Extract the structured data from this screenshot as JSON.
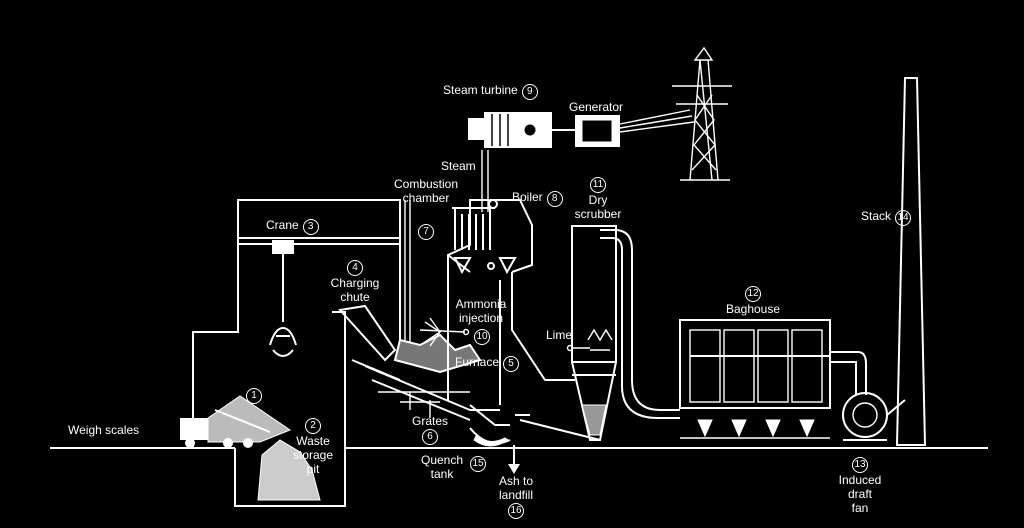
{
  "labels": {
    "weigh_scales": "Weigh scales",
    "truck_num": "1",
    "waste_pit": {
      "num": "2",
      "line1": "Waste",
      "line2": "storage",
      "line3": "pit"
    },
    "crane": {
      "text": "Crane",
      "num": "3"
    },
    "charging_chute": {
      "num": "4",
      "line1": "Charging",
      "line2": "chute"
    },
    "furnace": {
      "text": "Furnace",
      "num": "5"
    },
    "grates": {
      "text": "Grates",
      "num": "6"
    },
    "combustion_chamber": {
      "line1": "Combustion",
      "line2": "chamber",
      "num": "7"
    },
    "boiler": {
      "text": "Boiler",
      "num": "8"
    },
    "steam_turbine": {
      "text": "Steam turbine",
      "num": "9"
    },
    "steam": "Steam",
    "generator": "Generator",
    "ammonia": {
      "line1": "Ammonia",
      "line2": "injection",
      "num": "10"
    },
    "dry_scrubber": {
      "num": "11",
      "line1": "Dry",
      "line2": "scrubber"
    },
    "lime": "Lime",
    "baghouse": {
      "num": "12",
      "text": "Baghouse"
    },
    "induced_fan": {
      "num": "13",
      "line1": "Induced",
      "line2": "draft",
      "line3": "fan"
    },
    "stack": {
      "text": "Stack",
      "num": "14"
    },
    "quench_tank": {
      "line1": "Quench",
      "line2": "tank",
      "num": "15"
    },
    "ash": {
      "line1": "Ash to",
      "line2": "landfill",
      "num": "16"
    }
  }
}
